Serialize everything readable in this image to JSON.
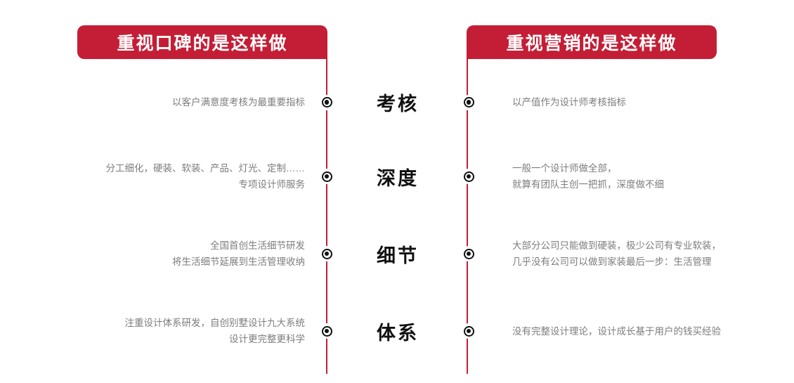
{
  "theme": {
    "banner_red": "#C41E36",
    "rail_red": "#C41E36",
    "body_text_gray": "#7d7d7d",
    "label_black": "#111111",
    "background": "#ffffff"
  },
  "headers": {
    "left_banner": "重视口碑的是这样做",
    "right_banner": "重视营销的是这样做"
  },
  "rows": [
    {
      "center_label": "考核",
      "left_text": "以客户满意度考核为最重要指标",
      "right_text": "以产值作为设计师考核指标"
    },
    {
      "center_label": "深度",
      "left_text": "分工细化，硬装、软装、产品、灯光、定制……\n专项设计师服务",
      "right_text": "一般一个设计师做全部，\n就算有团队主创一把抓，深度做不细"
    },
    {
      "center_label": "细节",
      "left_text": "全国首创生活细节研发\n将生活细节延展到生活管理收纳",
      "right_text": "大部分公司只能做到硬装，极少公司有专业软装，\n几乎没有公司可以做到家装最后一步：生活管理"
    },
    {
      "center_label": "体系",
      "left_text": "注重设计体系研发，自创别墅设计九大系统\n设计更完整更科学",
      "right_text": "没有完整设计理论，设计成长基于用户的钱买经验"
    }
  ],
  "icons": {
    "bullet": "target-dot-icon"
  }
}
